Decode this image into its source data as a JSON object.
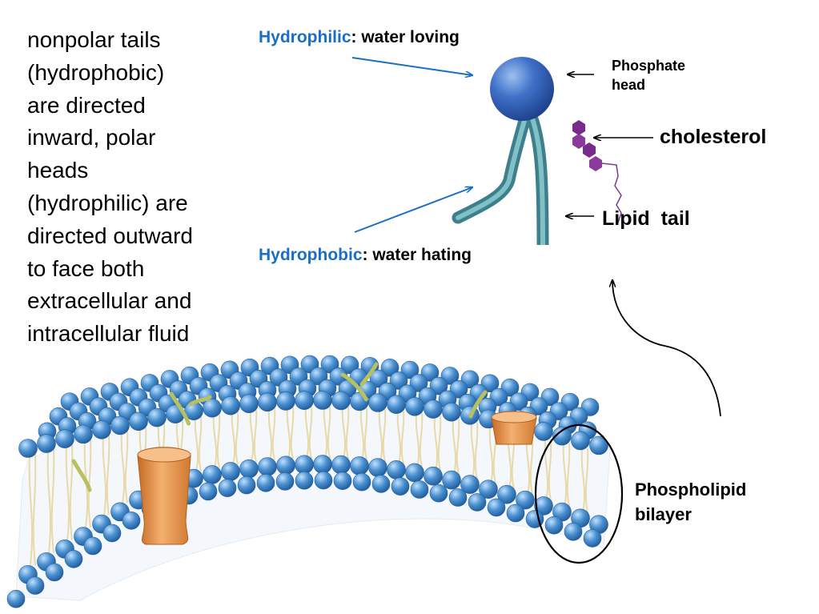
{
  "description_lines": [
    "nonpolar tails",
    "(hydrophobic)",
    "are directed",
    "inward, polar",
    "heads",
    "(hydrophilic) are",
    "directed outward",
    "to face both",
    "extracellular and",
    "intracellular fluid"
  ],
  "labels": {
    "hydrophilic_term": "Hydrophilic",
    "hydrophilic_def": ": water loving",
    "hydrophobic_term": "Hydrophobic",
    "hydrophobic_def": ": water hating",
    "phosphate_line1": "Phosphate",
    "phosphate_line2": "head",
    "cholesterol": "cholesterol",
    "lipid_tail": "Lipid  tail",
    "bilayer_line1": "Phospholipid",
    "bilayer_line2": "bilayer"
  },
  "colors": {
    "term_blue": "#1a6fc4",
    "arrow_blue": "#1a6fc4",
    "head_blue": "#2f5fb8",
    "tail_teal": "#5fa0aa",
    "cholesterol_purple": "#7a2a8a",
    "protein_orange": "#e8924a"
  }
}
